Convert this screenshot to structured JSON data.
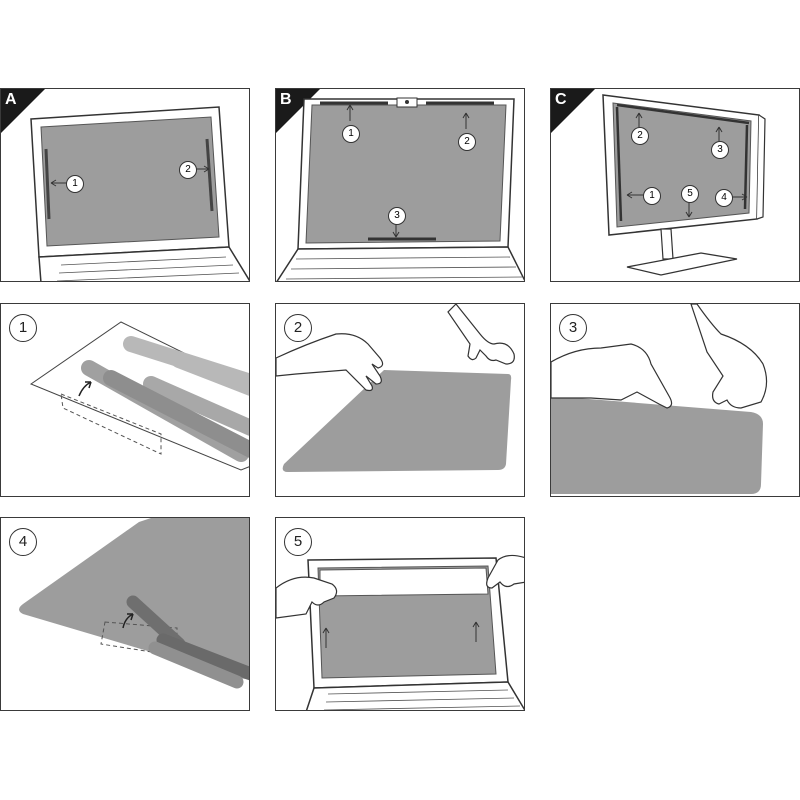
{
  "panels": {
    "a": {
      "tag": "A",
      "markers": [
        "1",
        "2"
      ]
    },
    "b": {
      "tag": "B",
      "markers": [
        "1",
        "2",
        "3"
      ]
    },
    "c": {
      "tag": "C",
      "markers": [
        "1",
        "2",
        "3",
        "4",
        "5"
      ]
    },
    "step1": {
      "step": "1"
    },
    "step2": {
      "step": "2"
    },
    "step3": {
      "step": "3"
    },
    "step4": {
      "step": "4"
    },
    "step5": {
      "step": "5"
    }
  },
  "colors": {
    "filter_gray": "#9d9d9d",
    "line": "#333333",
    "tag_bg": "#1a1a1a"
  },
  "icons": [
    "laptop-illustration",
    "monitor-illustration",
    "hand-illustration",
    "arrow-icon"
  ]
}
